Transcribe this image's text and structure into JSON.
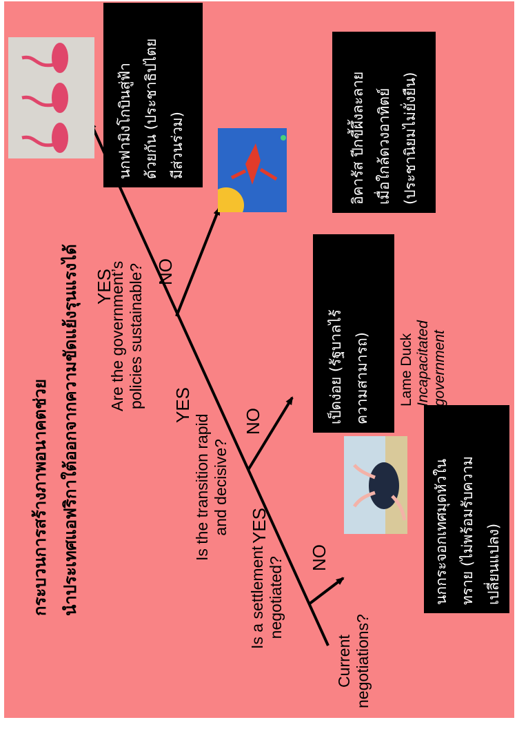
{
  "title": {
    "line1": "กระบวนการสร้างภาพอนาคตช่วย",
    "line2": "นำประเทศแอฟริกาใต้ออกจากความขัดแย้งรุนแรงได้"
  },
  "start": {
    "line1": "Current",
    "line2": "negotiations?"
  },
  "questions": [
    {
      "line1": "Is a settlement",
      "line2": "negotiated?"
    },
    {
      "line1": "Is the transition rapid",
      "line2": "and decisive?"
    },
    {
      "line1": "Are the government’s",
      "line2": "policies sustainable?"
    }
  ],
  "labels": {
    "yes": "YES",
    "no": "NO"
  },
  "outcomes": {
    "ostrich": {
      "line1": "นกกระจอกเทศมุดหัวใน",
      "line2": "ทราย (ไม่พร้อมรับความ",
      "line3": "เปลี่ยนแปลง)"
    },
    "lame_duck": {
      "line1": "เป็ดง่อย (รัฐบาลไร้",
      "line2": "ความสามารถ)"
    },
    "lame_duck_en": {
      "line1": "Lame Duck",
      "line2": "Incapacitated",
      "line3": "government"
    },
    "icarus": {
      "line1": "อิคารัส ปีกขี้ผึ้งละลาย",
      "line2": "เมื่อใกล้ดวงอาทิตย์",
      "line3": "(ประชานิยมไม่ยั่งยืน)"
    },
    "flamingo": {
      "line1": "นกฟามิงโกบินสู่ฟ้า",
      "line2": "ด้วยกัน (ประชาธิปไตย",
      "line3": "มีส่วนร่วม)"
    }
  },
  "colors": {
    "background": "#f98385",
    "box": "#000000",
    "box_text": "#ffffff"
  },
  "icons": [
    "ostrich-image",
    "icarus-image",
    "flamingo-image"
  ]
}
